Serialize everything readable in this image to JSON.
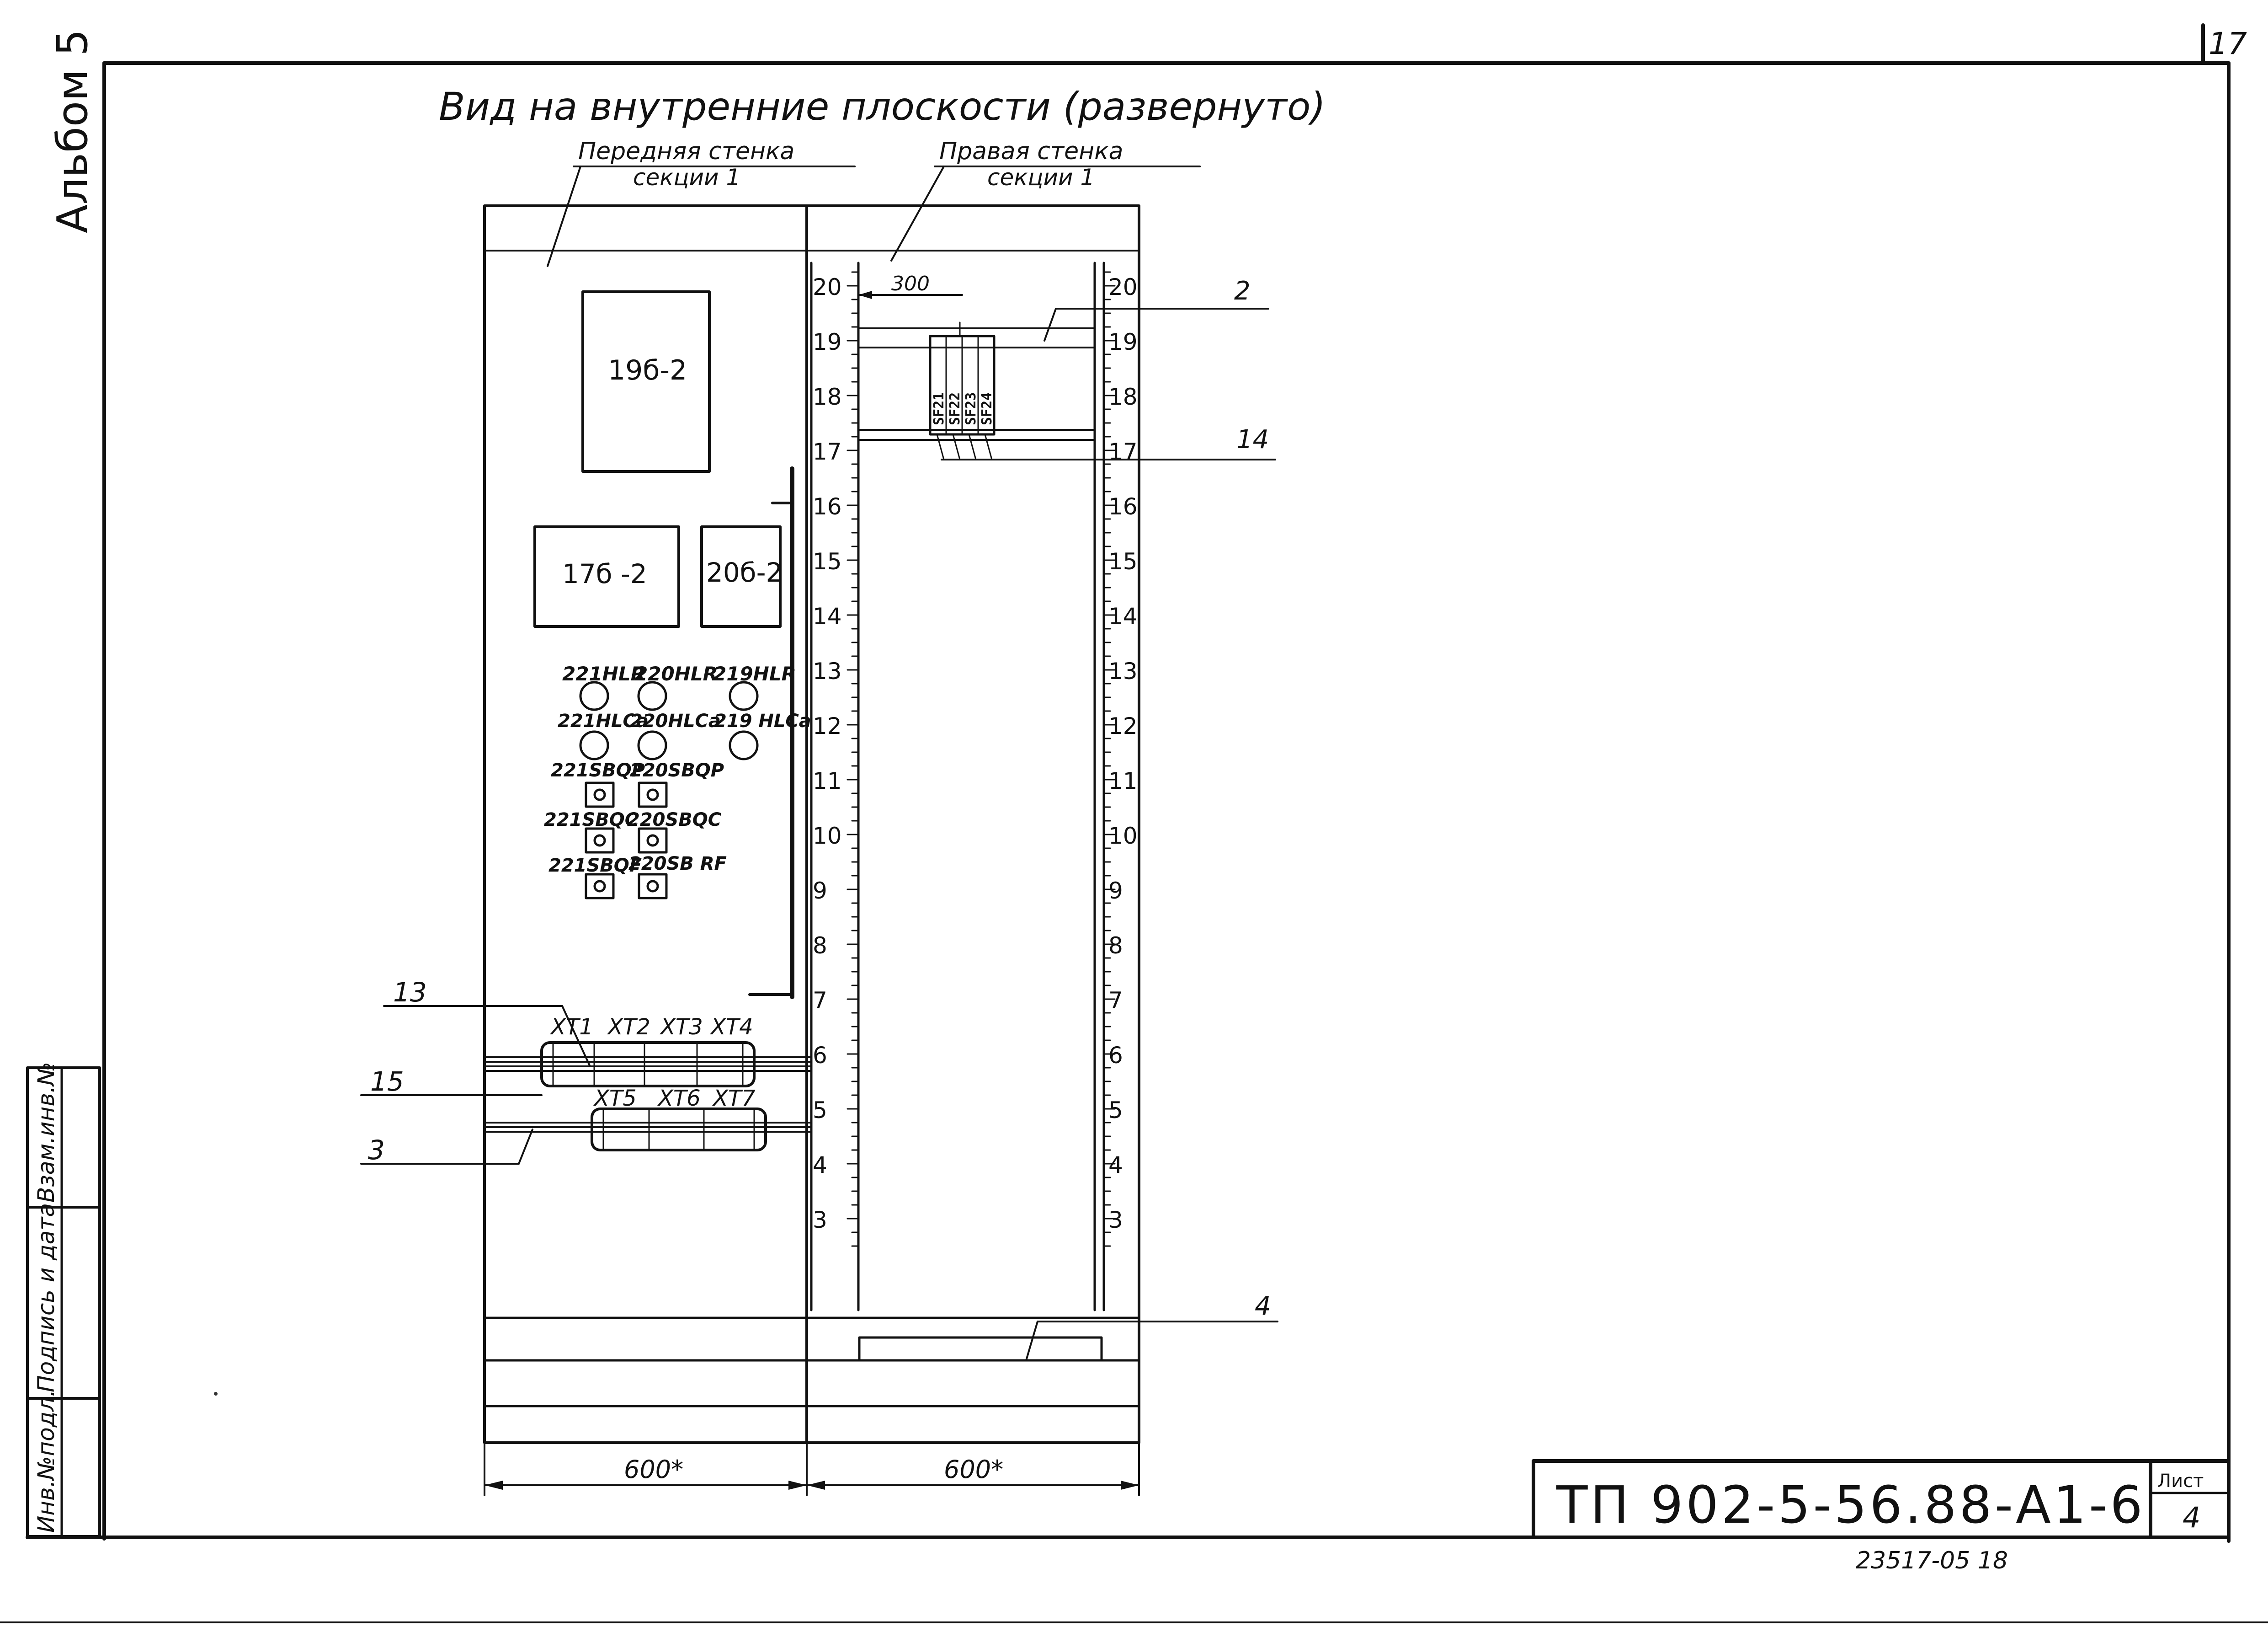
{
  "sheet_number": "17",
  "album_label": "Альбом 5",
  "view_title": "Вид на внутренние плоскости (развернуто)",
  "front_wall_label": {
    "line1": "Передняя стенка",
    "line2": "секции 1"
  },
  "right_wall_label": {
    "line1": "Правая стенка",
    "line2": "секции 1"
  },
  "devices": {
    "d1": "19б-2",
    "d2": "17б -2",
    "d3": "20б-2"
  },
  "lamps": {
    "hlr_row": [
      "221HLR",
      "220HLR",
      "219HLR"
    ],
    "hlca_row": [
      "221HLCa",
      "220HLCa",
      "219 HLCa"
    ]
  },
  "buttons": {
    "bqp_row": [
      "221SBQP",
      "220SBQP"
    ],
    "bqc_row": [
      "221SBQC",
      "220SBQC"
    ],
    "rf_row": [
      "221SBQF",
      "220SB RF"
    ]
  },
  "terminals_top": [
    "XT1",
    "XT2",
    "XT3",
    "XT4"
  ],
  "terminals_bottom": [
    "XT5",
    "XT6",
    "XT7"
  ],
  "breakers": [
    "SF21",
    "SF22",
    "SF23",
    "SF24"
  ],
  "dimension_300": "300",
  "dimension_width_left": "600*",
  "dimension_width_right": "600*",
  "rail_numbers": [
    "20",
    "19",
    "18",
    "17",
    "16",
    "15",
    "14",
    "13",
    "12",
    "11",
    "10",
    "9",
    "8",
    "7",
    "6",
    "5",
    "4",
    "3"
  ],
  "callouts": {
    "c2": "2",
    "c14": "14",
    "c13": "13",
    "c15": "15",
    "c3": "3",
    "c4": "4"
  },
  "stamp": {
    "designation": "ТП 902-5-56.88-А1-6",
    "sheet_label": "Лист",
    "sheet_value": "4",
    "below_number": "23517-05   18"
  },
  "side_stamp": {
    "inv_orig": "Инв.№подл.",
    "sign_date": "Подпись и дата",
    "inv_subst": "Взам.инв.№"
  }
}
